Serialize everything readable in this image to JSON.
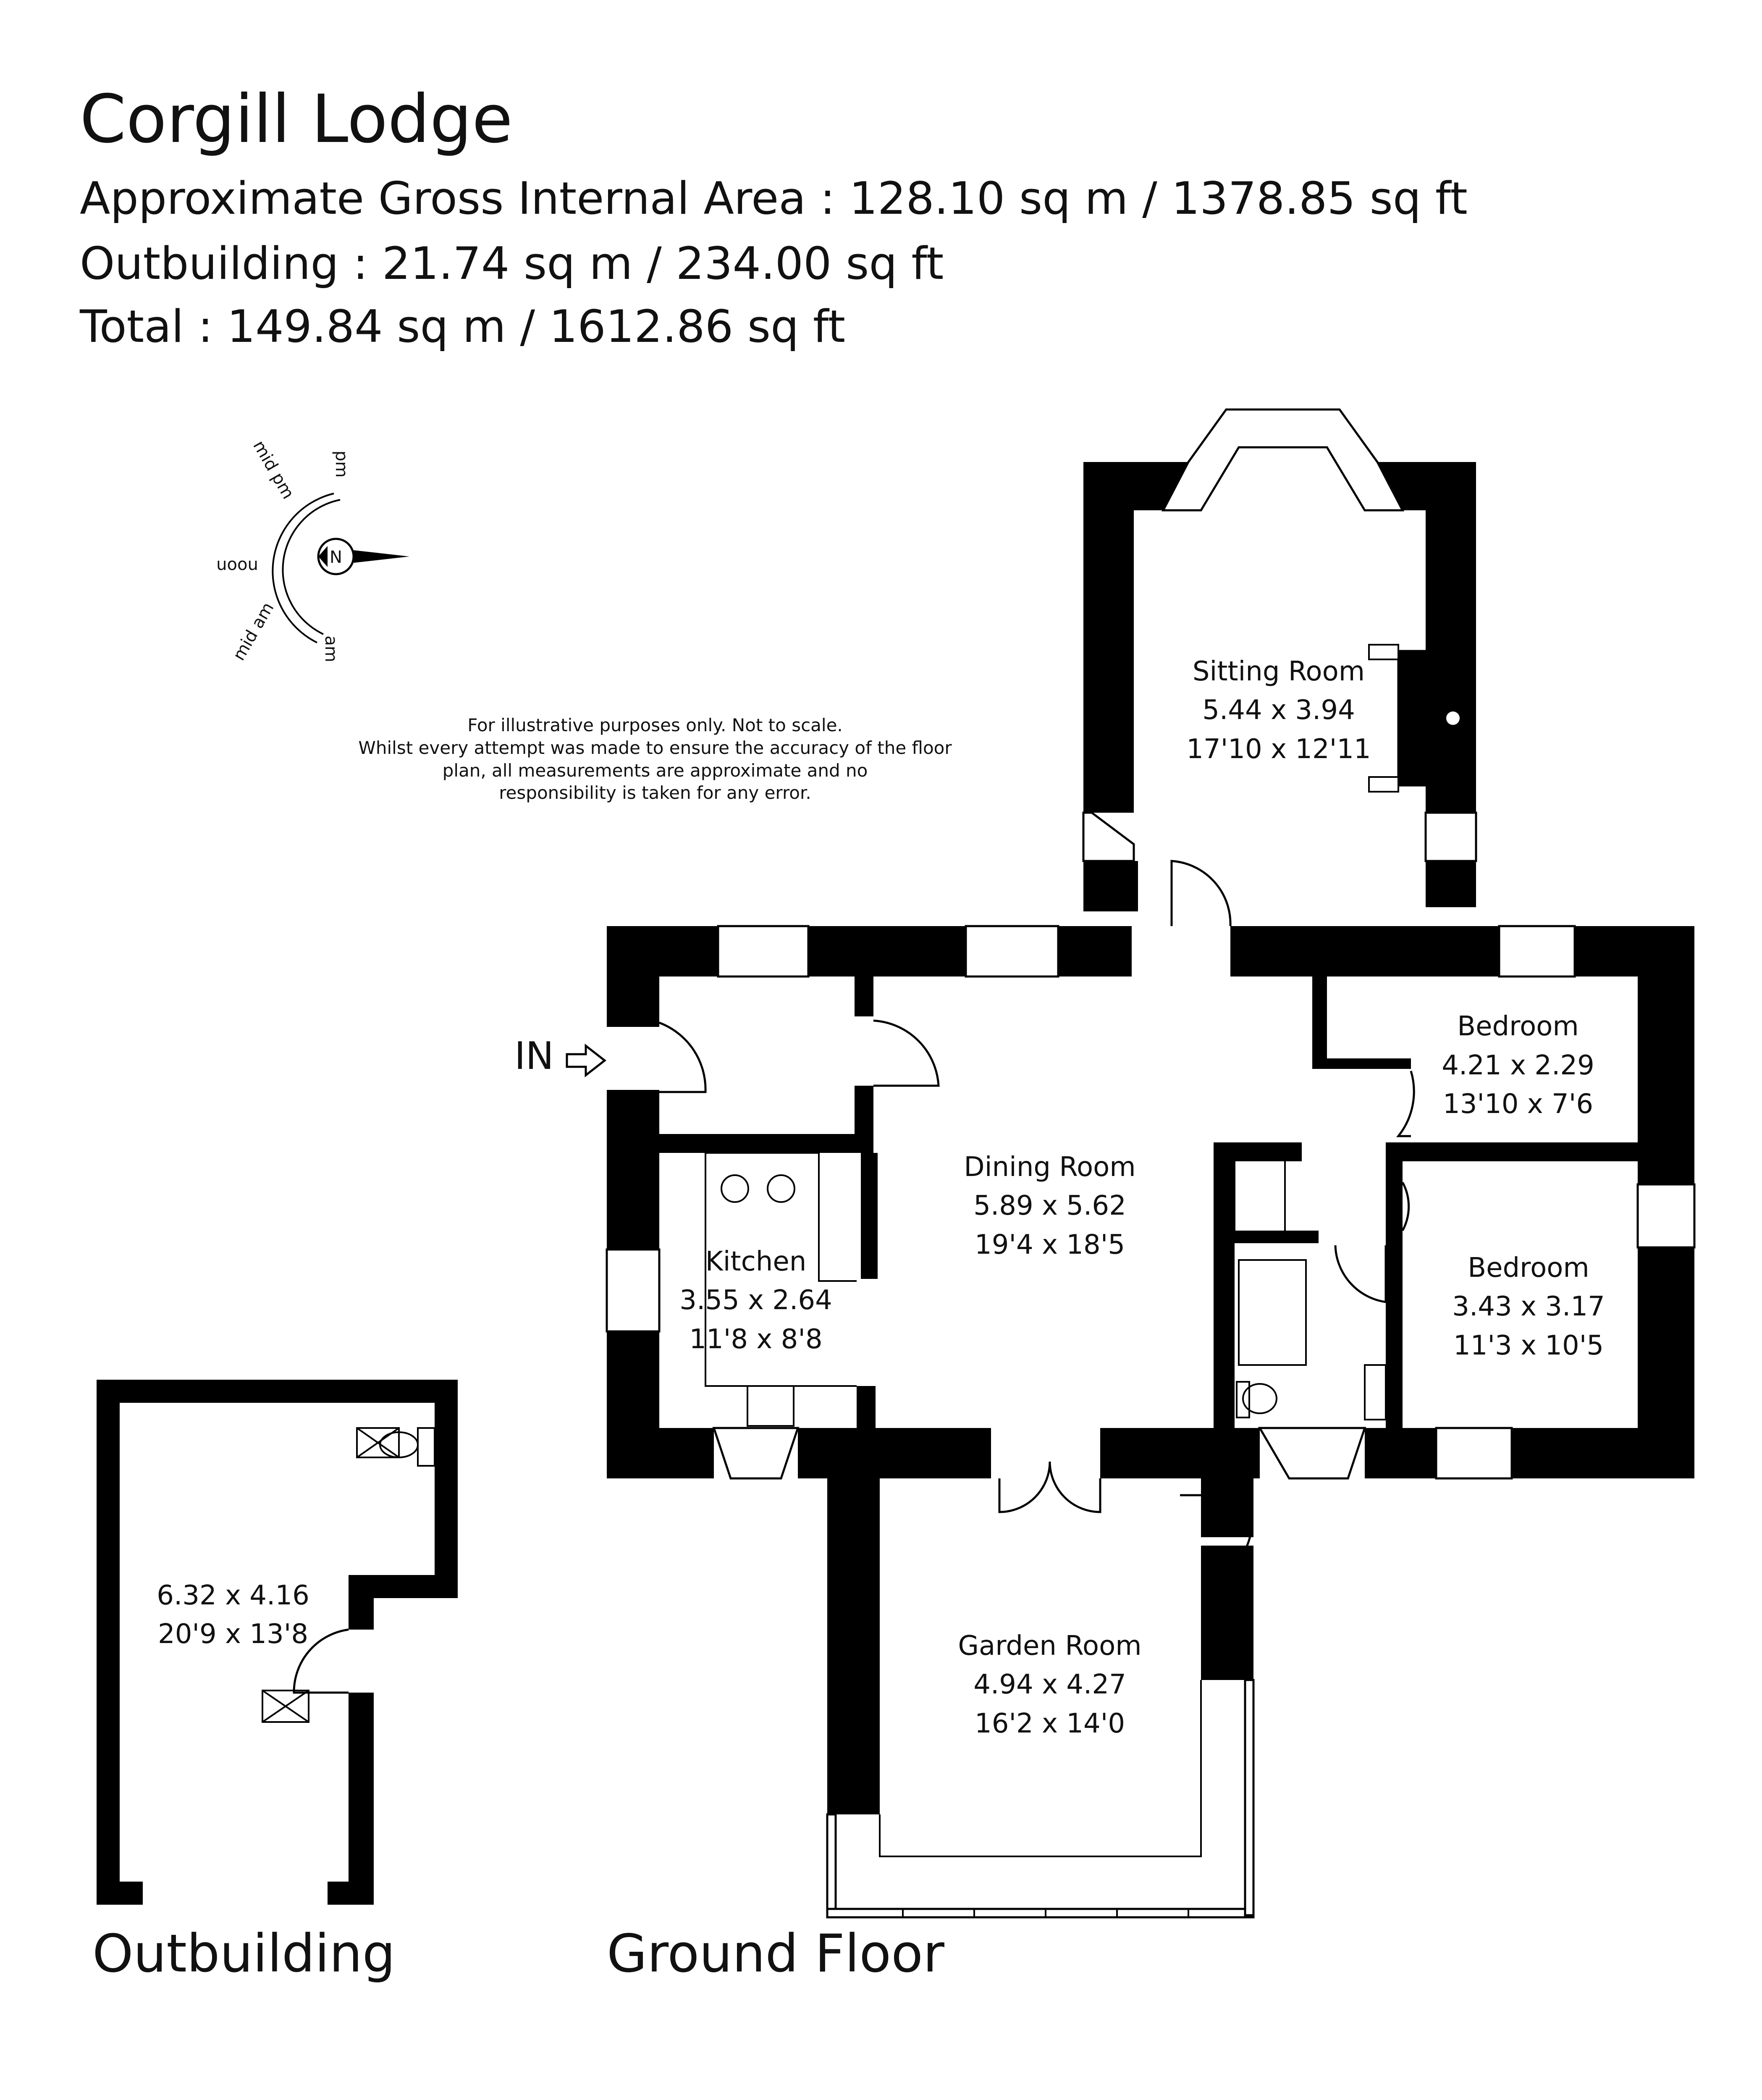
{
  "header": {
    "title": "Corgill Lodge",
    "gross_internal_area": "Approximate Gross Internal Area : 128.10 sq m / 1378.85 sq ft",
    "outbuilding_area": "Outbuilding : 21.74 sq m / 234.00 sq ft",
    "total_area": "Total : 149.84 sq m / 1612.86 sq ft"
  },
  "disclaimer": {
    "line1": "For illustrative purposes only. Not to scale.",
    "line2": "Whilst every attempt was made to ensure the accuracy of the floor",
    "line3": "plan, all measurements are approximate and no",
    "line4": "responsibility is taken for any error."
  },
  "compass": {
    "north": "N",
    "pm": "pm",
    "mid_pm": "mid pm",
    "noon": "noon",
    "mid_am": "mid am",
    "am": "am"
  },
  "entrance": {
    "label": "IN"
  },
  "rooms": {
    "sitting_room": {
      "name": "Sitting Room",
      "metric": "5.44 x 3.94",
      "imperial": "17'10 x 12'11"
    },
    "bedroom_1": {
      "name": "Bedroom",
      "metric": "4.21 x 2.29",
      "imperial": "13'10 x 7'6"
    },
    "dining_room": {
      "name": "Dining Room",
      "metric": "5.89 x 5.62",
      "imperial": "19'4 x 18'5"
    },
    "kitchen": {
      "name": "Kitchen",
      "metric": "3.55 x 2.64",
      "imperial": "11'8 x 8'8"
    },
    "bedroom_2": {
      "name": "Bedroom",
      "metric": "3.43 x 3.17",
      "imperial": "11'3 x 10'5"
    },
    "garden_room": {
      "name": "Garden Room",
      "metric": "4.94 x 4.27",
      "imperial": "16'2 x 14'0"
    },
    "outbuilding": {
      "metric": "6.32 x 4.16",
      "imperial": "20'9 x 13'8"
    }
  },
  "floors": {
    "outbuilding": "Outbuilding",
    "ground": "Ground Floor"
  }
}
